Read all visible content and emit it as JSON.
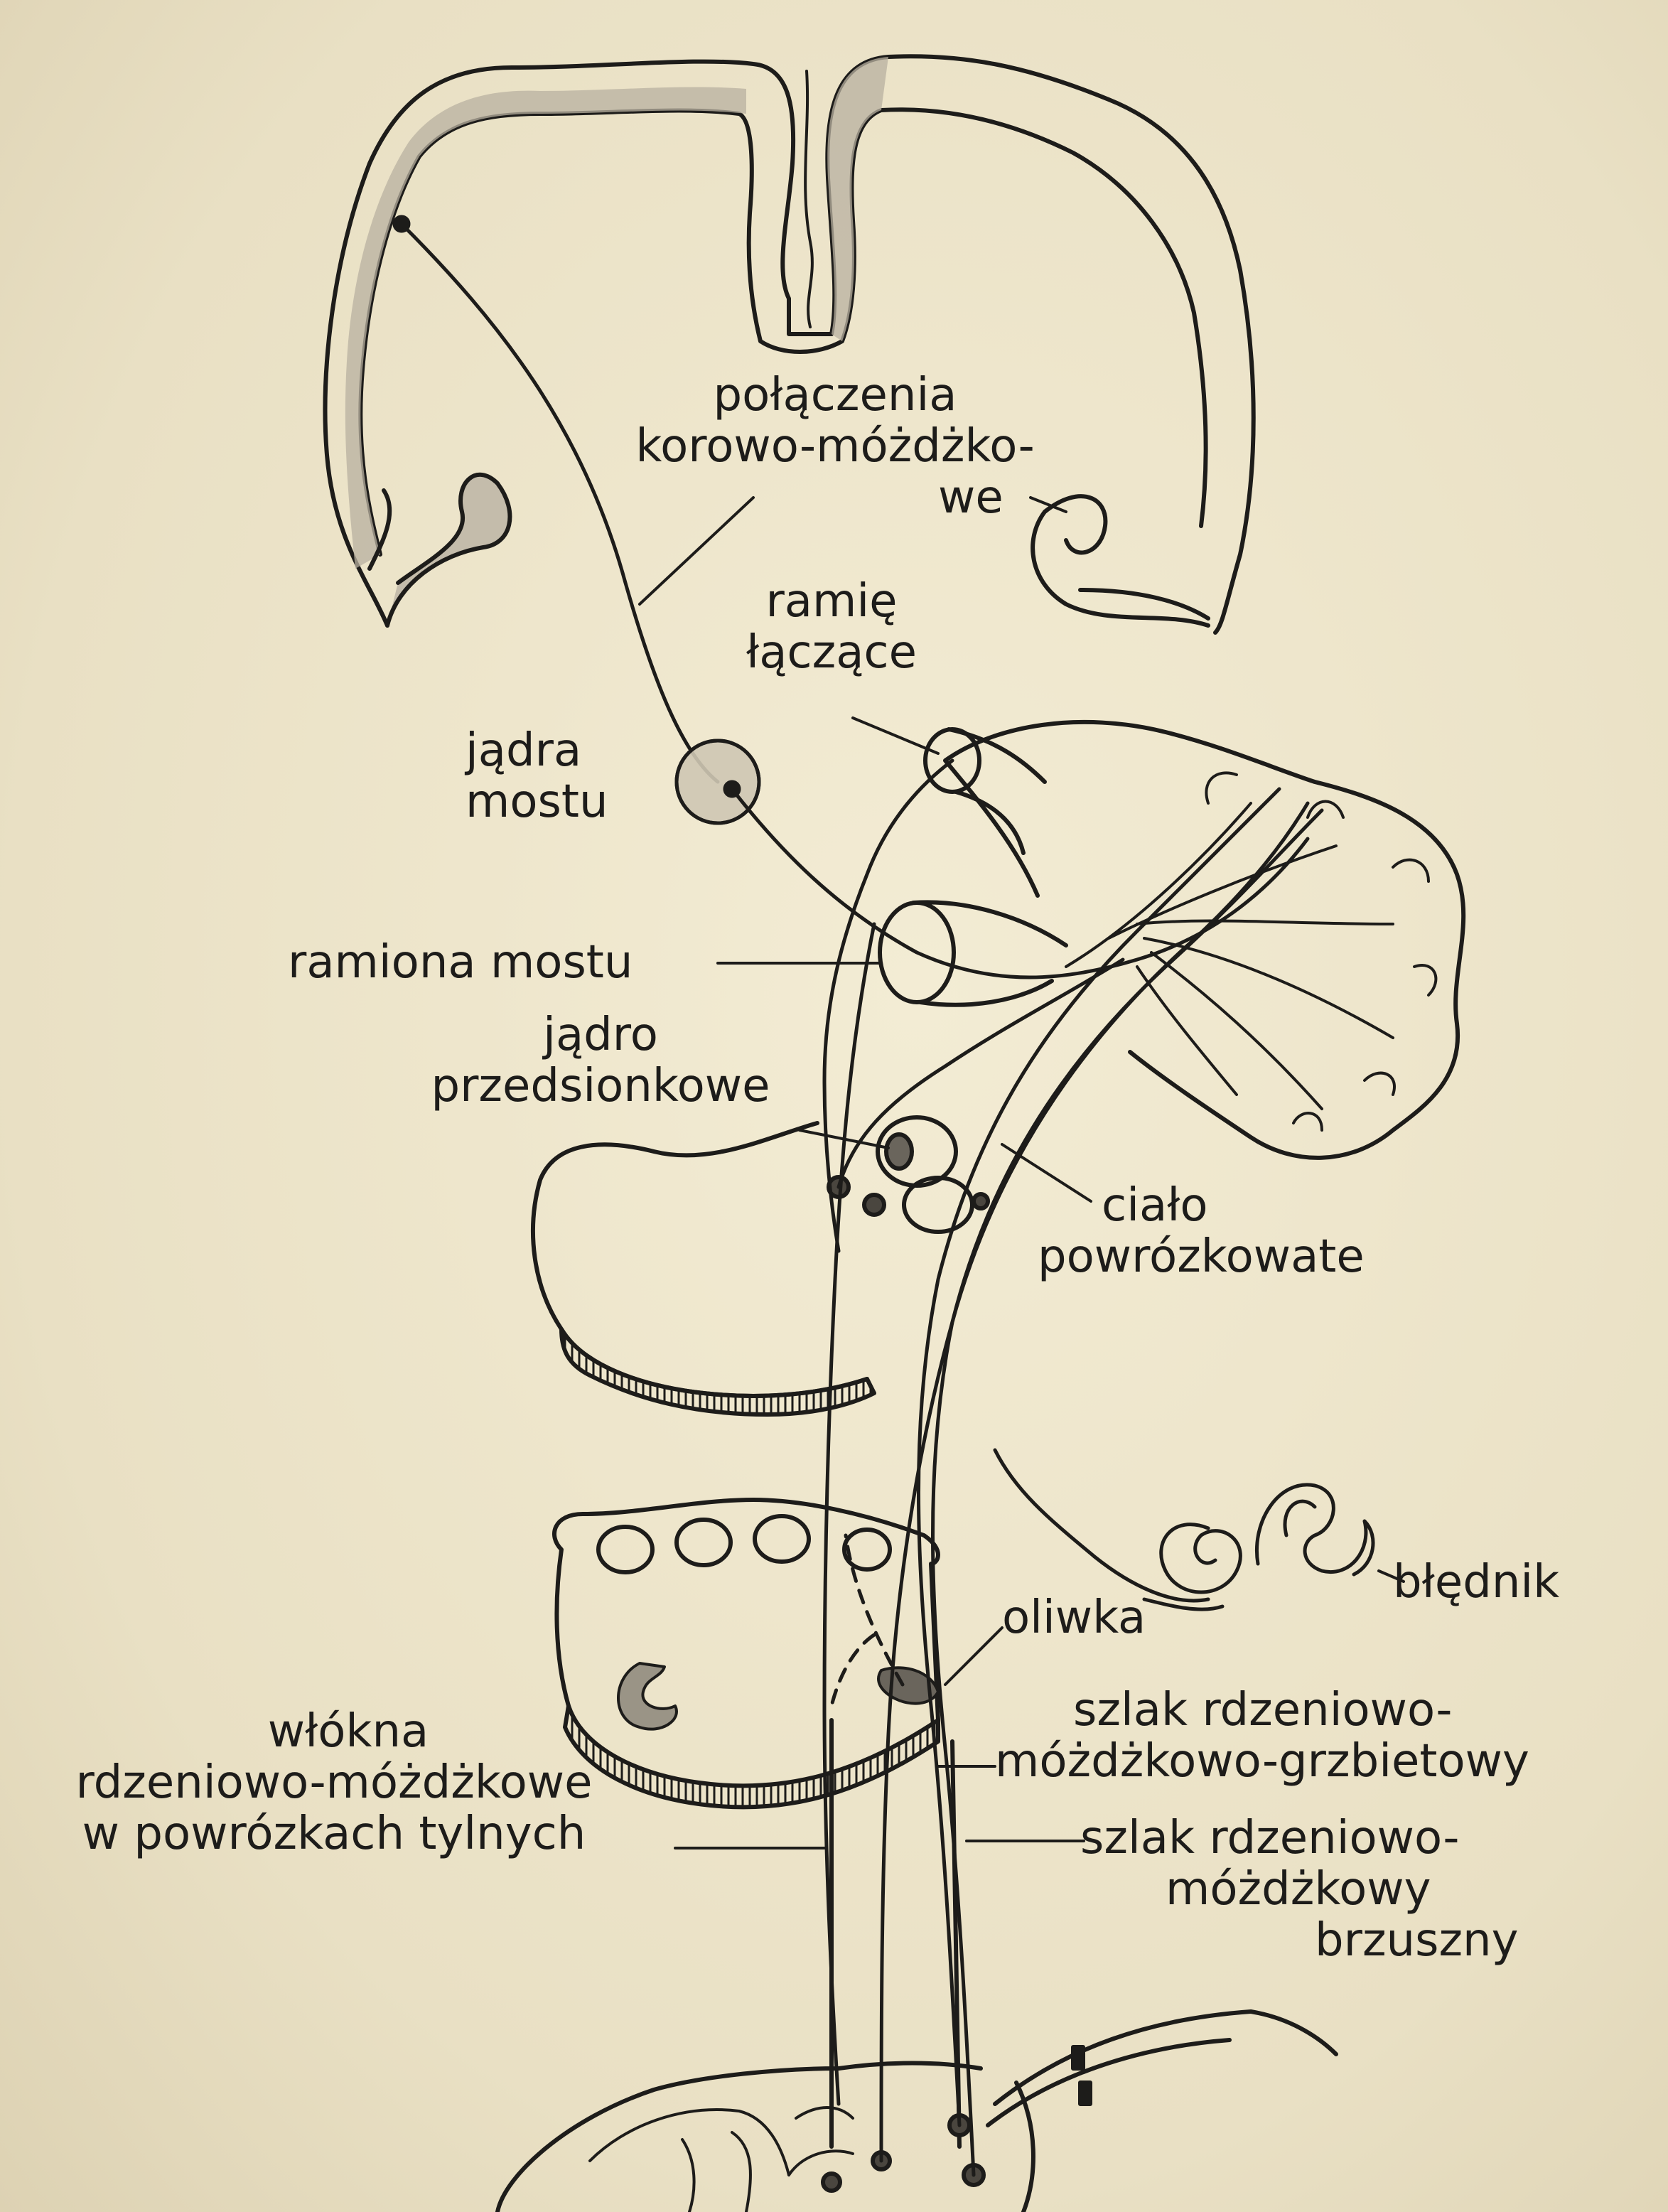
{
  "labels": {
    "polaczenia_line1": "połączenia",
    "polaczenia_line2": "korowo-móżdżko-",
    "polaczenia_line3": "we",
    "ramie_line1": "ramię",
    "ramie_line2": "łączące",
    "jadra_mostu_line1": "jądra",
    "jadra_mostu_line2": "mostu",
    "ramiona_mostu": "ramiona mostu",
    "jadro_line1": "jądro",
    "jadro_line2": "przedsionkowe",
    "cialo_line1": "ciało",
    "cialo_line2": "powrózkowate",
    "blednik": "błędnik",
    "oliwka": "oliwka",
    "szlak_grzbietowy_line1": "szlak rdzeniowo-",
    "szlak_grzbietowy_line2": "móżdżkowo-grzbietowy",
    "wlokna_line1": "włókna",
    "wlokna_line2": "rdzeniowo-móżdżkowe",
    "wlokna_line3": "w powrózkach tylnych",
    "szlak_brzuszny_line1": "szlak rdzeniowo-",
    "szlak_brzuszny_line2": "móżdżkowy",
    "szlak_brzuszny_line3": "brzuszny"
  },
  "colors": {
    "background": "#ebe3c9",
    "ink": "#1d1c1a",
    "grey_matter": "#b8b0a0"
  }
}
